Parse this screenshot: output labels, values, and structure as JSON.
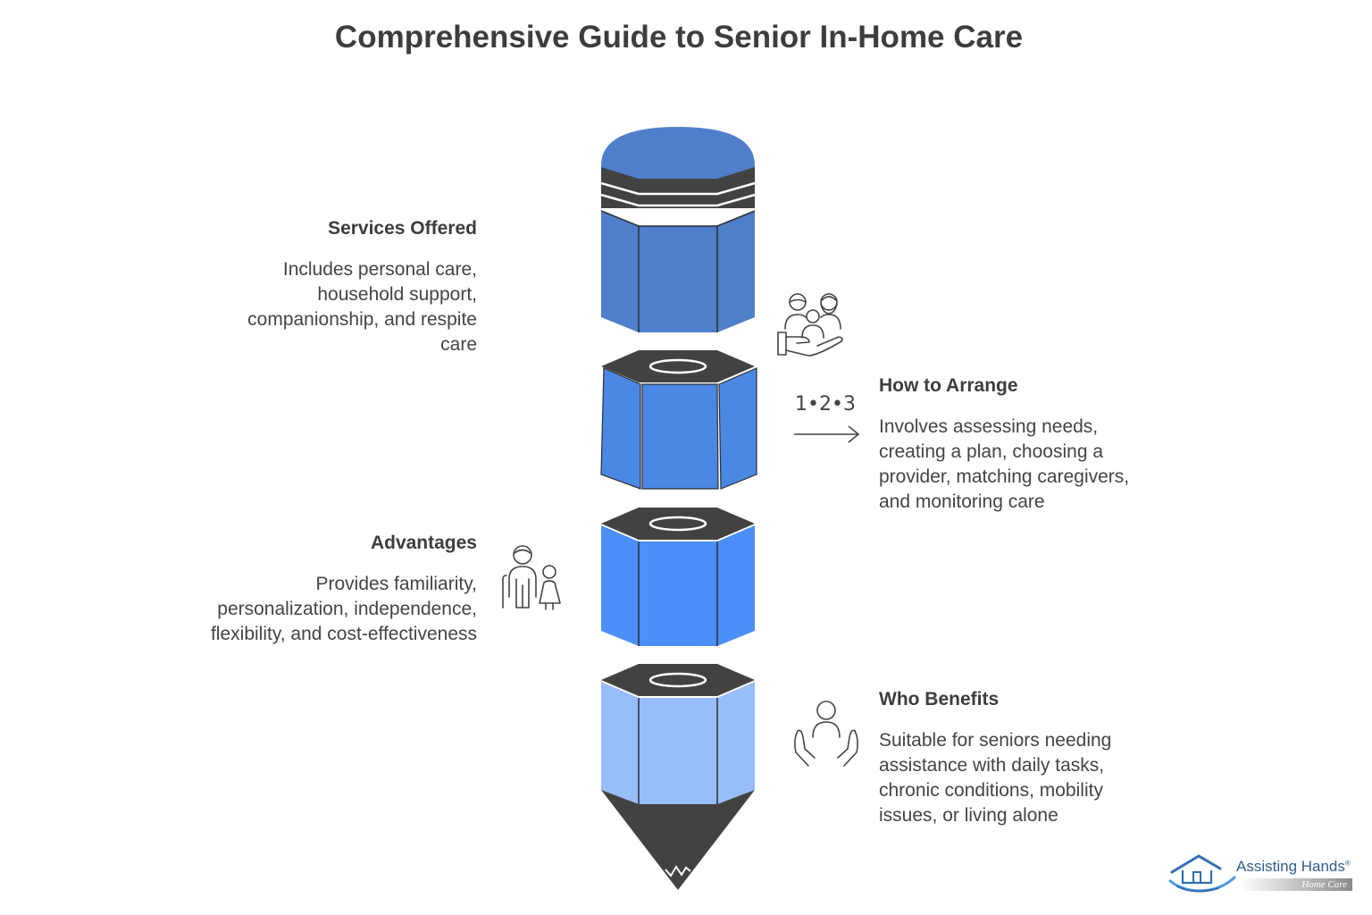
{
  "title": "Comprehensive Guide to Senior In-Home Care",
  "sections": [
    {
      "heading": "Services Offered",
      "text": "Includes personal care, household support, companionship, and respite care",
      "icon": "family-care-hand-icon"
    },
    {
      "heading": "How to Arrange",
      "text": "Involves assessing needs, creating a plan, choosing a provider, matching caregivers, and monitoring care",
      "icon": "steps-arrow-icon",
      "steps_label": "1•2•3"
    },
    {
      "heading": "Advantages",
      "text": "Provides familiarity, personalization, independence, flexibility, and cost-effectiveness",
      "icon": "senior-with-caregiver-icon"
    },
    {
      "heading": "Who Benefits",
      "text": "Suitable for seniors needing assistance with daily tasks, chronic conditions, mobility issues, or living alone",
      "icon": "person-supported-hands-icon"
    }
  ],
  "logo": {
    "name": "Assisting Hands",
    "registered": "®",
    "subtitle": "Home Care"
  },
  "colors": {
    "eraser": "#4f7fcb",
    "segment_2": "#4a88e3",
    "segment_3": "#4d8ff8",
    "segment_4": "#97bdfb",
    "dark": "#434343",
    "text": "#3a3a3a"
  }
}
